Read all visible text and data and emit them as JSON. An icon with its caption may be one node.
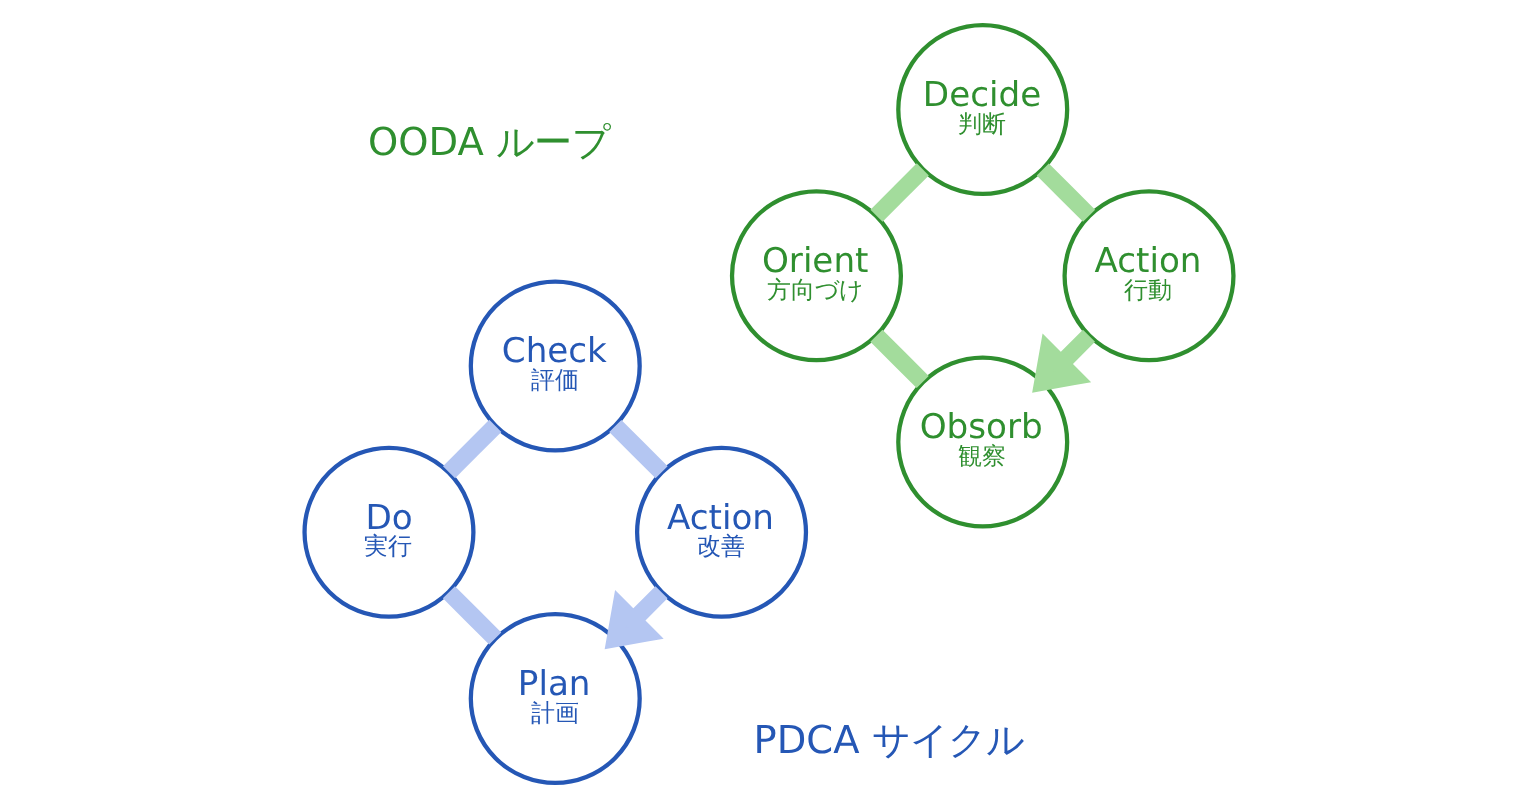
{
  "diagram": {
    "nodes": [
      {
        "text": [
          "Plan",
          "計画"
        ]
      },
      {
        "text": [
          "Do",
          "実行"
        ]
      },
      {
        "text": [
          "Check",
          "評価"
        ]
      },
      {
        "text": [
          "Action",
          "改善"
        ]
      },
      {
        "text": [
          "Obsorb",
          "観察"
        ]
      },
      {
        "text": [
          "Orient",
          "方向づけ"
        ]
      },
      {
        "text": [
          "Decide",
          "判断"
        ]
      },
      {
        "text": [
          "Action",
          "行動"
        ]
      }
    ],
    "edges": [
      {
        "from": 0,
        "to": 1,
        "arrow": "none",
        "color": "#b4c6f2"
      },
      {
        "from": 1,
        "to": 2,
        "arrow": "none",
        "color": "#b4c6f2"
      },
      {
        "from": 2,
        "to": 3,
        "arrow": "none",
        "color": "#b4c6f2"
      },
      {
        "from": 3,
        "to": 0,
        "arrow": "to",
        "color": "#b4c6f2"
      },
      {
        "from": 4,
        "to": 5,
        "arrow": "none",
        "color": "#a3dc9c"
      },
      {
        "from": 5,
        "to": 6,
        "arrow": "none",
        "color": "#a3dc9c"
      },
      {
        "from": 6,
        "to": 7,
        "arrow": "none",
        "color": "#a3dc9c"
      },
      {
        "from": 7,
        "to": 4,
        "arrow": "to",
        "color": "#a3dc9c"
      }
    ],
    "labels": [
      "PDCA サイクル",
      "OODA ループ"
    ]
  }
}
